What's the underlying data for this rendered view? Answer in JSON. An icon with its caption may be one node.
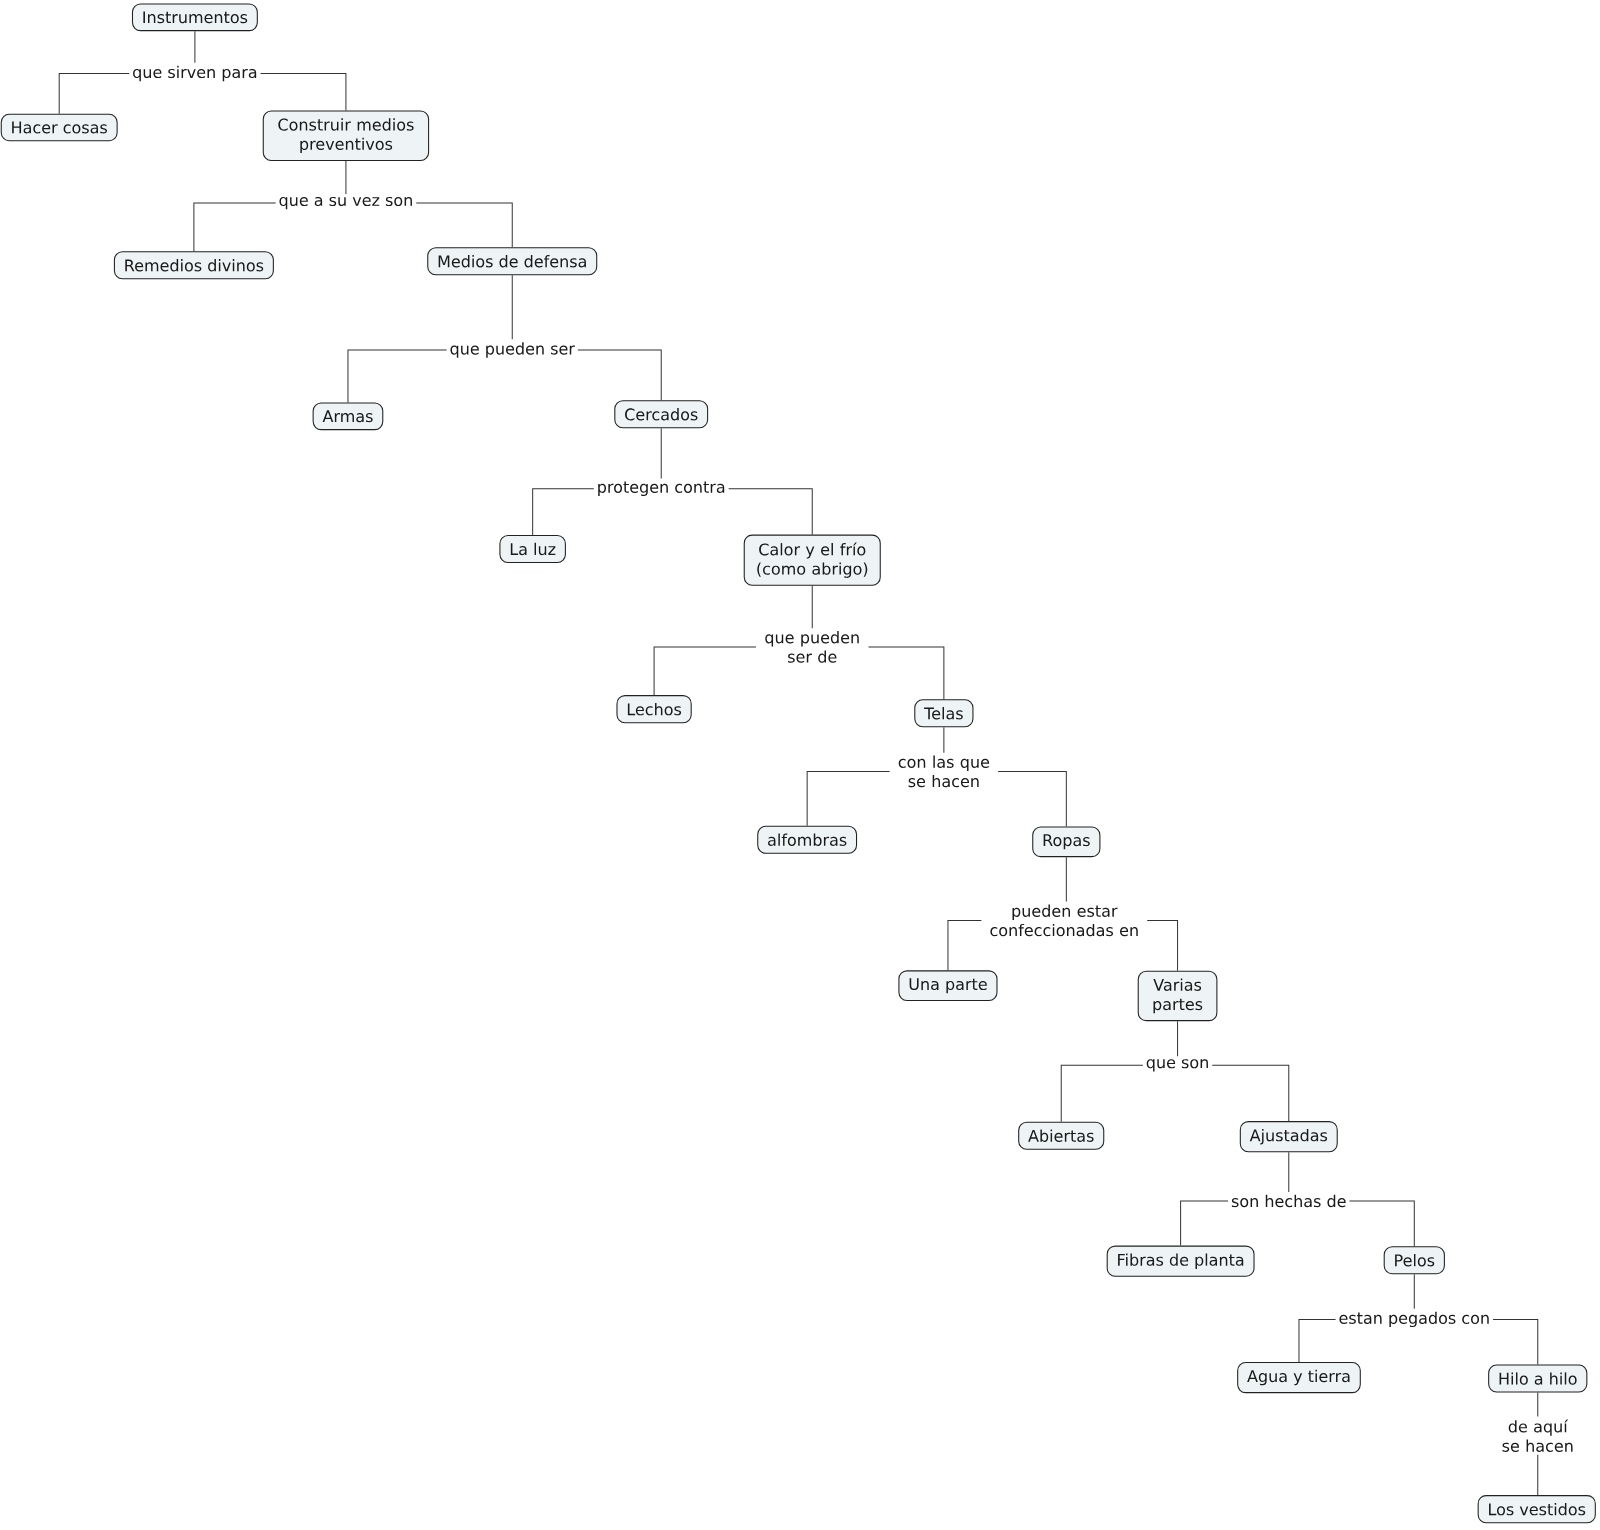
{
  "diagram": {
    "nodes": [
      {
        "text": [
          "Instrumentos"
        ]
      },
      {
        "text": [
          "que sirven para"
        ]
      },
      {
        "text": [
          "Hacer cosas"
        ]
      },
      {
        "text": [
          "Construir medios preventivos"
        ]
      },
      {
        "text": [
          "que a su vez son"
        ]
      },
      {
        "text": [
          "Remedios divinos"
        ]
      },
      {
        "text": [
          "Medios de defensa"
        ]
      },
      {
        "text": [
          "que pueden ser"
        ]
      },
      {
        "text": [
          "Armas"
        ]
      },
      {
        "text": [
          "Cercados"
        ]
      },
      {
        "text": [
          "protegen contra"
        ]
      },
      {
        "text": [
          "La luz"
        ]
      },
      {
        "text": [
          "Calor y el frío (como abrigo)"
        ]
      },
      {
        "text": [
          "que pueden ser de"
        ]
      },
      {
        "text": [
          "Lechos"
        ]
      },
      {
        "text": [
          "Telas"
        ]
      },
      {
        "text": [
          "con las que se hacen"
        ]
      },
      {
        "text": [
          "alfombras"
        ]
      },
      {
        "text": [
          "Ropas"
        ]
      },
      {
        "text": [
          "pueden estar confeccionadas en"
        ]
      },
      {
        "text": [
          "Una parte"
        ]
      },
      {
        "text": [
          "Varias partes"
        ]
      },
      {
        "text": [
          "que son"
        ]
      },
      {
        "text": [
          "Abiertas"
        ]
      },
      {
        "text": [
          "Ajustadas"
        ]
      },
      {
        "text": [
          "son hechas de"
        ]
      },
      {
        "text": [
          "Fibras de planta"
        ]
      },
      {
        "text": [
          "Pelos"
        ]
      },
      {
        "text": [
          "estan pegados con"
        ]
      },
      {
        "text": [
          "Agua y tierra"
        ]
      },
      {
        "text": [
          "Hilo a hilo"
        ]
      },
      {
        "text": [
          "de aquí se hacen"
        ]
      },
      {
        "text": [
          "Los vestidos"
        ]
      }
    ],
    "edges": [
      {
        "from": 0,
        "to": 1,
        "arrow": "none"
      },
      {
        "from": 1,
        "to": 2,
        "arrow": "none"
      },
      {
        "from": 1,
        "to": 3,
        "arrow": "none"
      },
      {
        "from": 3,
        "to": 4,
        "arrow": "none"
      },
      {
        "from": 4,
        "to": 5,
        "arrow": "none"
      },
      {
        "from": 4,
        "to": 6,
        "arrow": "none"
      },
      {
        "from": 6,
        "to": 7,
        "arrow": "none"
      },
      {
        "from": 7,
        "to": 8,
        "arrow": "none"
      },
      {
        "from": 7,
        "to": 9,
        "arrow": "none"
      },
      {
        "from": 9,
        "to": 10,
        "arrow": "none"
      },
      {
        "from": 10,
        "to": 11,
        "arrow": "none"
      },
      {
        "from": 10,
        "to": 12,
        "arrow": "none"
      },
      {
        "from": 12,
        "to": 13,
        "arrow": "none"
      },
      {
        "from": 13,
        "to": 14,
        "arrow": "none"
      },
      {
        "from": 13,
        "to": 15,
        "arrow": "none"
      },
      {
        "from": 15,
        "to": 16,
        "arrow": "none"
      },
      {
        "from": 16,
        "to": 17,
        "arrow": "none"
      },
      {
        "from": 16,
        "to": 18,
        "arrow": "none"
      },
      {
        "from": 18,
        "to": 19,
        "arrow": "none"
      },
      {
        "from": 19,
        "to": 20,
        "arrow": "none"
      },
      {
        "from": 19,
        "to": 21,
        "arrow": "none"
      },
      {
        "from": 21,
        "to": 22,
        "arrow": "none"
      },
      {
        "from": 22,
        "to": 23,
        "arrow": "none"
      },
      {
        "from": 22,
        "to": 24,
        "arrow": "none"
      },
      {
        "from": 24,
        "to": 25,
        "arrow": "none"
      },
      {
        "from": 25,
        "to": 26,
        "arrow": "none"
      },
      {
        "from": 25,
        "to": 27,
        "arrow": "none"
      },
      {
        "from": 27,
        "to": 28,
        "arrow": "none"
      },
      {
        "from": 28,
        "to": 29,
        "arrow": "none"
      },
      {
        "from": 28,
        "to": 30,
        "arrow": "none"
      },
      {
        "from": 30,
        "to": 31,
        "arrow": "none"
      },
      {
        "from": 31,
        "to": 32,
        "arrow": "none"
      }
    ]
  }
}
